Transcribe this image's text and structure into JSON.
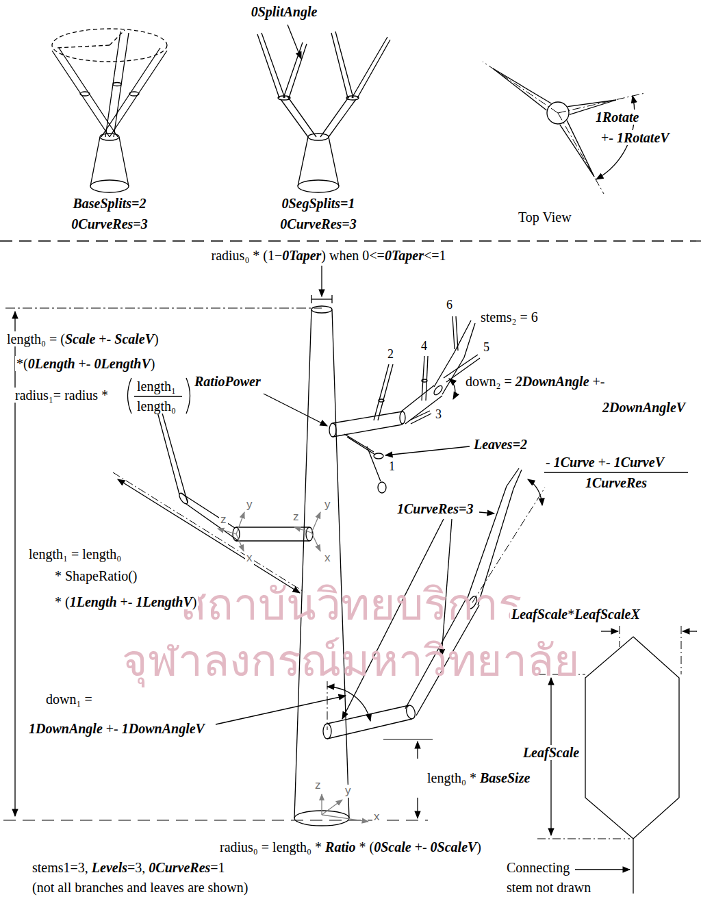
{
  "diagram": {
    "labels": [
      "0SplitAngle",
      "BaseSplits=2",
      "0CurveRes=3",
      "0SegSplits=1",
      "0CurveRes=3",
      "1Rotate",
      "+- 1RotateV",
      "Top View",
      "radius₀ * (1−0Taper) when 0<=0Taper<=1",
      "length₀ = (Scale +- ScaleV)",
      "*(0Length +- 0LengthV)",
      "stems₂ = 6",
      "radius₁= radius *",
      "length₁",
      "length₀",
      "RatioPower",
      "6",
      "4",
      "5",
      "2",
      "down₂ = 2DownAngle +-",
      "2DownAngleV",
      "3",
      "Leaves=2",
      "1",
      "- 1Curve +- 1CurveV",
      "1CurveRes",
      "1CurveRes=3",
      "y",
      "y",
      "z",
      "z",
      "x",
      "x",
      "length₁ = length₀",
      "* ShapeRatio()",
      "* (1Length +- 1LengthV)",
      "LeafScale*LeafScaleX",
      "สถาบันวิทยบริการ",
      "จุฬาลงกรณ์มหาวิทยาลัย",
      "down₁ =",
      "1DownAngle +- 1DownAngleV",
      "LeafScale",
      "length₀ * BaseSize",
      "z",
      "y",
      "x",
      "radius₀ = length₀ * Ratio * (0Scale +- 0ScaleV)",
      "stems1=3, Levels=3, 0CurveRes=1",
      "Connecting",
      "(not all branches and leaves are shown)",
      "stem not drawn"
    ]
  }
}
